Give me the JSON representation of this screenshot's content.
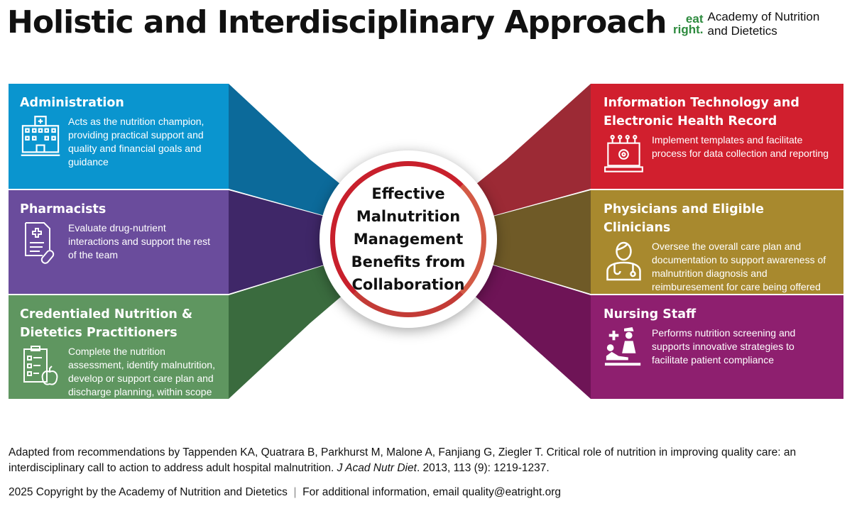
{
  "title": "Holistic and Interdisciplinary Approach",
  "logo": {
    "mark_top": "eat",
    "mark_bottom": "right.",
    "org_line1": "Academy of Nutrition",
    "org_line2": "and Dietetics"
  },
  "center": "Effective Malnutrition Management Benefits from Collaboration",
  "panels": [
    {
      "title": "Administration",
      "text": "Acts as the nutrition champion, providing practical support and quality and financial goals and guidance",
      "icon": "hospital-icon",
      "color": "#0a95cf"
    },
    {
      "title": "Pharmacists",
      "text": "Evaluate drug-nutrient interactions and support the rest of the team",
      "icon": "prescription-icon",
      "color": "#6a4c9c"
    },
    {
      "title": "Credentialed Nutrition & Dietetics Practitioners",
      "text": "Complete the nutrition assessment, identify malnutrition, develop or support care plan and discharge planning, within scope practice",
      "icon": "checklist-apple-icon",
      "color": "#5f9660"
    },
    {
      "title": "Information Technology and Electronic Health Record",
      "text": "Implement templates and facilitate process for data collection and reporting",
      "icon": "laptop-gear-icon",
      "color": "#d11f2e"
    },
    {
      "title": "Physicians and Eligible Clinicians",
      "text": "Oversee the overall care plan and documentation to support awareness of malnutrition diagnosis and reimburesement for care being offered",
      "icon": "doctor-icon",
      "color": "#a8892e"
    },
    {
      "title": "Nursing Staff",
      "text": "Performs nutrition screening and supports innovative strategies to facilitate patient compliance",
      "icon": "nurse-patient-icon",
      "color": "#8e1f6f"
    }
  ],
  "footer": {
    "citation_pre": "Adapted from recommendations by Tappenden KA, Quatrara B, Parkhurst M, Malone A, Fanjiang G, Ziegler T. Critical role of nutrition in improving quality care: an interdisciplinary call to action to address adult hospital malnutrition. ",
    "journal": "J Acad Nutr Diet",
    "citation_post": ". 2013, 113 (9): 1219-1237.",
    "copyright": "2025 Copyright by the Academy of Nutrition and Dietetics",
    "separator": "|",
    "contact": "For additional information, email quality@eatright.org"
  }
}
